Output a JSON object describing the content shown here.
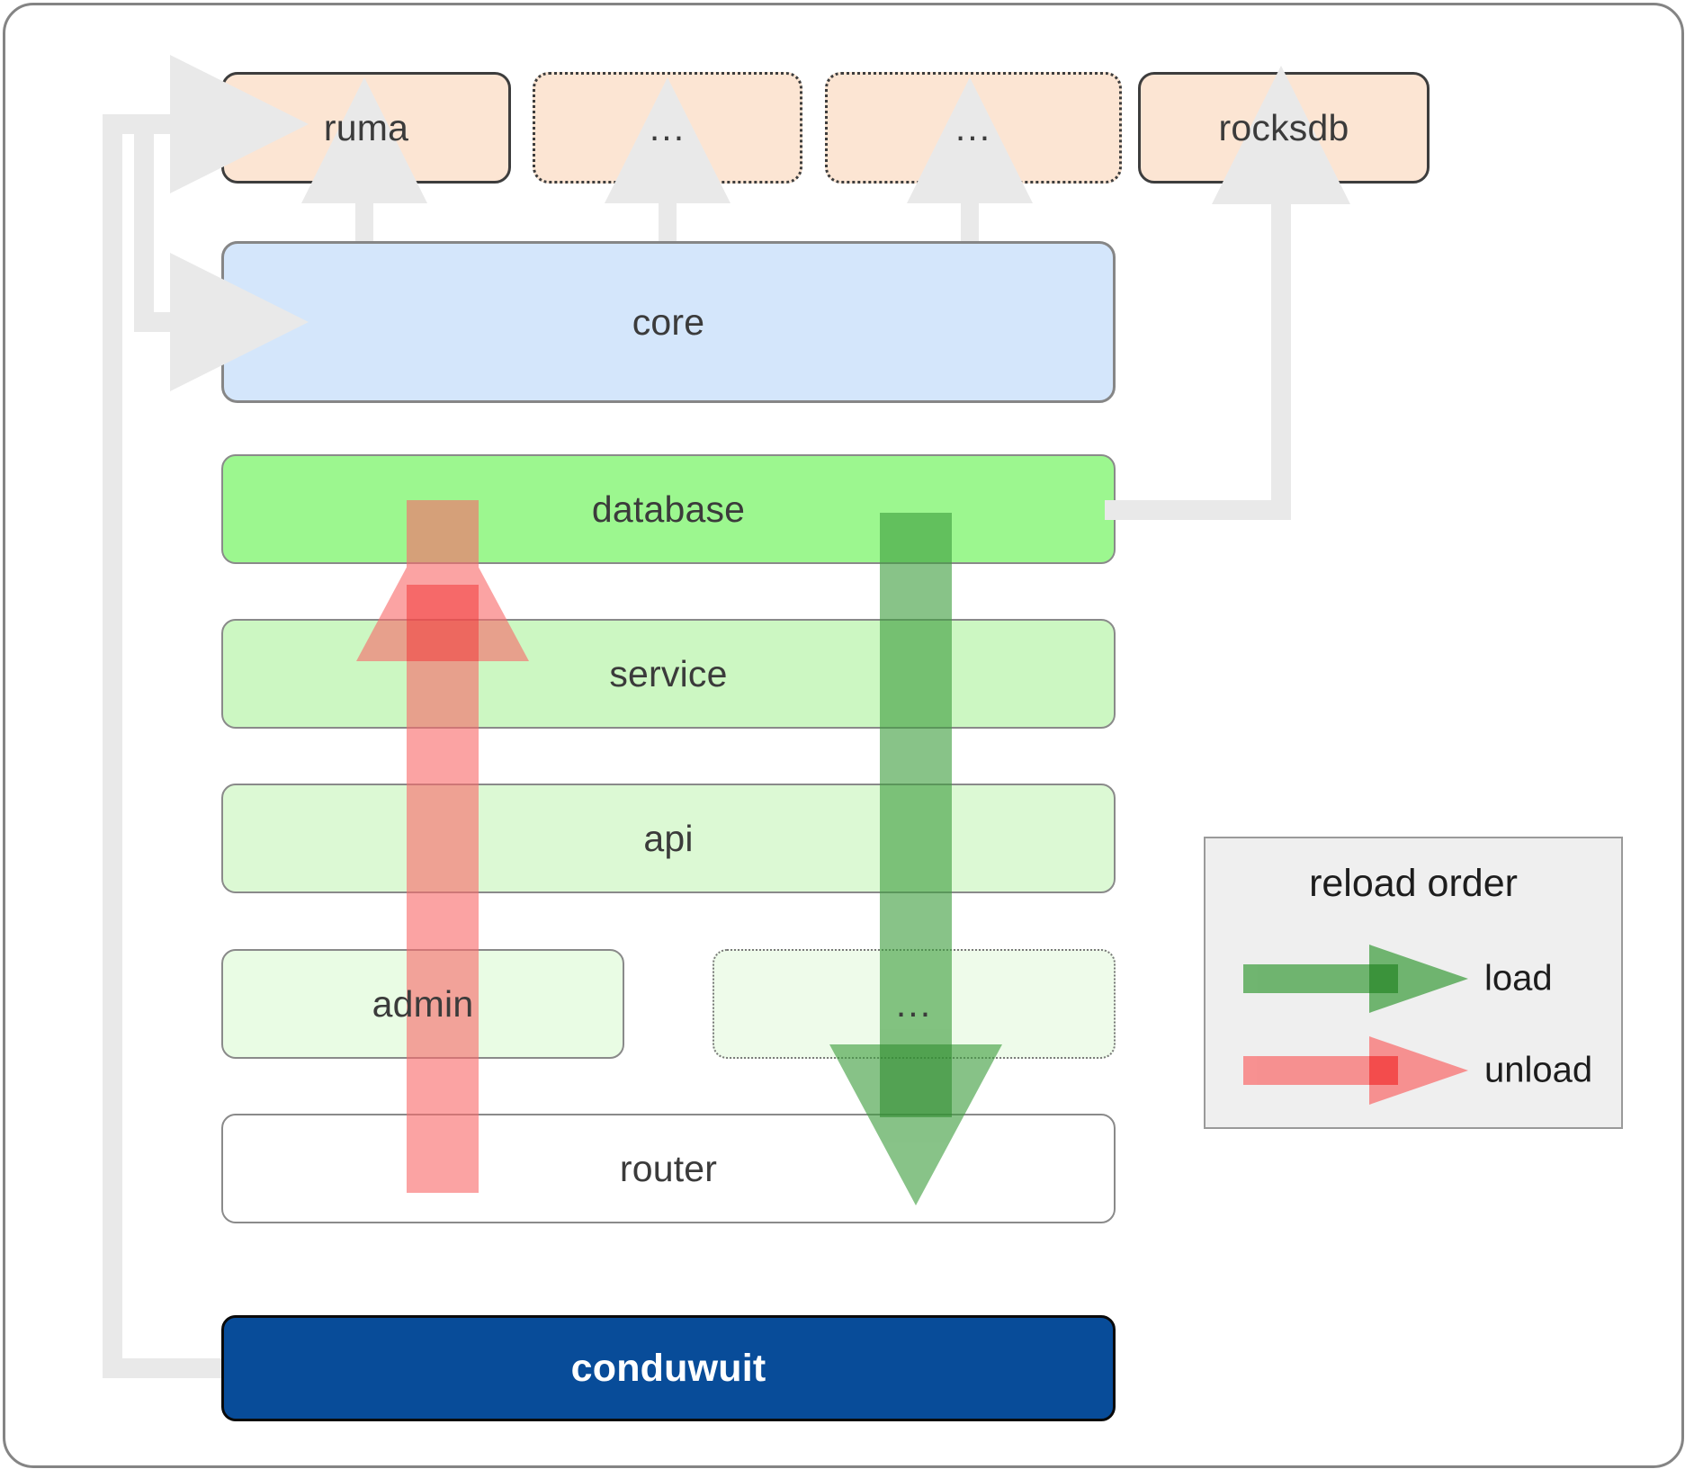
{
  "diagram": {
    "title": "conduwuit crate layering and reload order",
    "colors": {
      "dependency_fill": "#fce5d3",
      "dependency_border": "#3d3d3d",
      "core_fill": "#d4e6fb",
      "core_border": "#868686",
      "database_fill": "#9cf78f",
      "service_fill": "#ccf7c2",
      "api_fill": "#dcf9d4",
      "admin_fill": "#e9fce4",
      "router_fill": "#ffffff",
      "root_fill": "#084c99",
      "root_text": "#ffffff",
      "load_arrow": "#4caf50",
      "unload_arrow": "#f98a8a",
      "gray_arrow": "#e9e9e9",
      "legend_bg": "#efefef",
      "frame_border": "#848484"
    }
  },
  "dependencies": [
    {
      "id": "ruma",
      "label": "ruma",
      "style": "solid"
    },
    {
      "id": "dep2",
      "label": "...",
      "style": "dotted"
    },
    {
      "id": "dep3",
      "label": "...",
      "style": "dotted"
    },
    {
      "id": "rocksdb",
      "label": "rocksdb",
      "style": "solid"
    }
  ],
  "core": {
    "label": "core"
  },
  "layers": [
    {
      "id": "database",
      "label": "database",
      "style": "solid"
    },
    {
      "id": "service",
      "label": "service",
      "style": "solid"
    },
    {
      "id": "api",
      "label": "api",
      "style": "solid"
    },
    {
      "id": "admin",
      "label": "admin",
      "style": "solid"
    },
    {
      "id": "extra",
      "label": "...",
      "style": "dotted"
    },
    {
      "id": "router",
      "label": "router",
      "style": "solid"
    }
  ],
  "root": {
    "label": "conduwuit"
  },
  "legend": {
    "title": "reload order",
    "items": [
      {
        "id": "load",
        "label": "load",
        "color": "#4caf50"
      },
      {
        "id": "unload",
        "label": "unload",
        "color": "#f98a8a"
      }
    ]
  },
  "flows": [
    {
      "id": "load-flow",
      "direction": "down",
      "from": "database",
      "to": "router",
      "color": "#4caf50"
    },
    {
      "id": "unload-flow",
      "direction": "up",
      "from": "router",
      "to": "database",
      "color": "#f98a8a"
    }
  ]
}
